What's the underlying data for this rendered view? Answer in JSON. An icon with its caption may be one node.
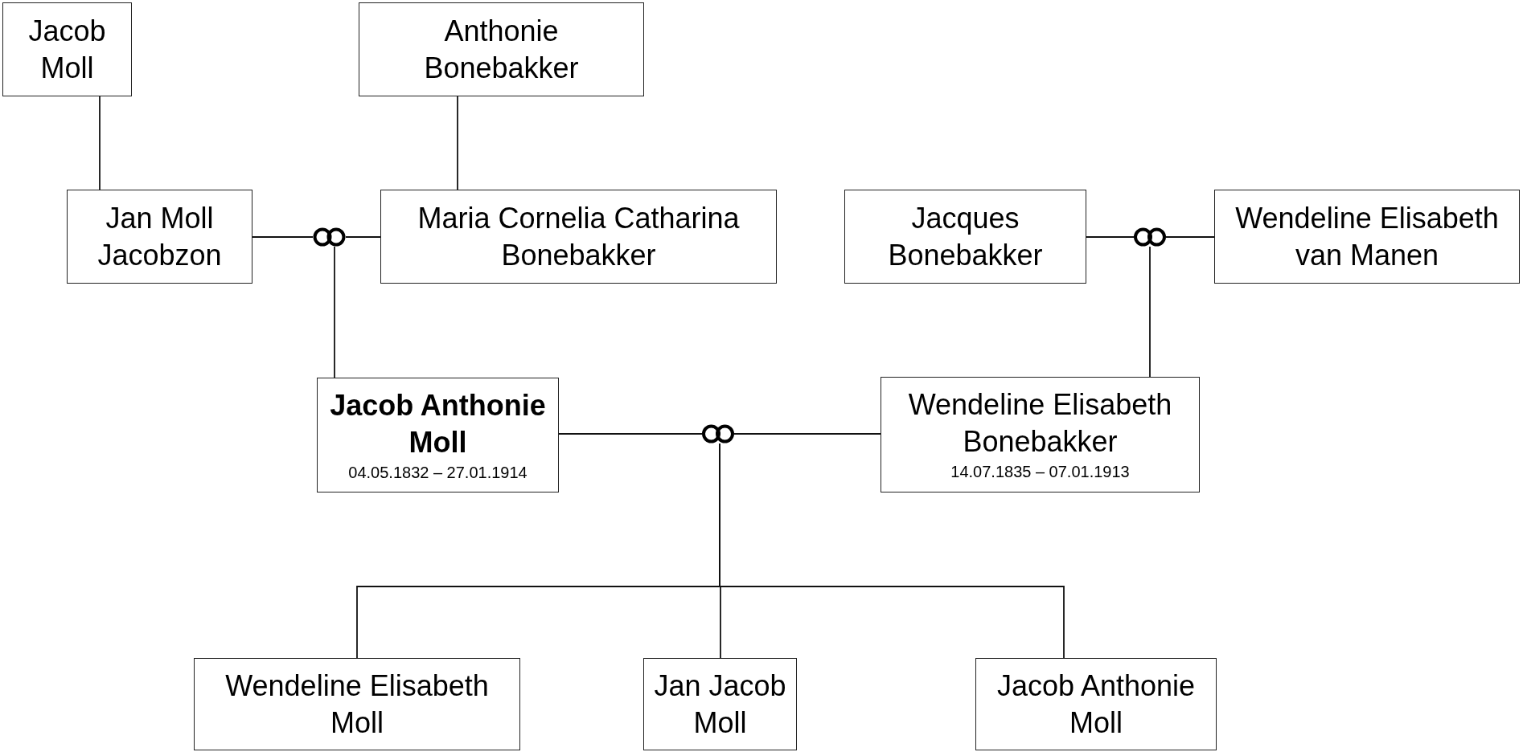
{
  "diagram": {
    "nodes": [
      {
        "text": [
          "Jacob Moll"
        ]
      },
      {
        "text": [
          "Anthonie Bonebakker"
        ]
      },
      {
        "text": [
          "Jan Moll Jacobzon"
        ]
      },
      {
        "text": [],
        "shape": "rings"
      },
      {
        "text": [
          "Maria Cornelia Catharina Bonebakker"
        ]
      },
      {
        "text": [
          "Jacques Bonebakker"
        ]
      },
      {
        "text": [],
        "shape": "rings"
      },
      {
        "text": [
          "Wendeline Elisabeth van Manen"
        ]
      },
      {
        "text": [
          "Jacob Anthonie Moll",
          "04.05.1832 – 27.01.1914"
        ]
      },
      {
        "text": [],
        "shape": "rings"
      },
      {
        "text": [
          "Wendeline Elisabeth Bonebakker",
          "14.07.1835 – 07.01.1913"
        ]
      },
      {
        "text": [
          "Wendeline Elisabeth Moll"
        ]
      },
      {
        "text": [
          "Jan Jacob Moll"
        ]
      },
      {
        "text": [
          "Jacob Anthonie Moll"
        ]
      }
    ],
    "edges": [
      {
        "from": 0,
        "to": 2,
        "arrow": "none"
      },
      {
        "from": 1,
        "to": 4,
        "arrow": "none"
      },
      {
        "from": 2,
        "to": 3,
        "arrow": "none"
      },
      {
        "from": 3,
        "to": 4,
        "arrow": "none"
      },
      {
        "from": 3,
        "to": 8,
        "arrow": "none"
      },
      {
        "from": 5,
        "to": 6,
        "arrow": "none"
      },
      {
        "from": 6,
        "to": 7,
        "arrow": "none"
      },
      {
        "from": 6,
        "to": 10,
        "arrow": "none"
      },
      {
        "from": 8,
        "to": 9,
        "arrow": "none"
      },
      {
        "from": 9,
        "to": 10,
        "arrow": "none"
      },
      {
        "from": 9,
        "to": 11,
        "arrow": "none"
      },
      {
        "from": 9,
        "to": 12,
        "arrow": "none"
      },
      {
        "from": 9,
        "to": 13,
        "arrow": "none"
      }
    ]
  }
}
